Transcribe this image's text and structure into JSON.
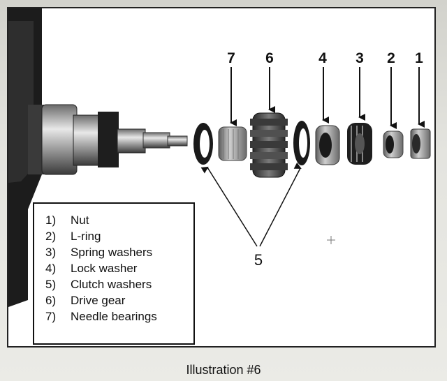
{
  "callouts": {
    "c7": "7",
    "c6": "6",
    "c4": "4",
    "c3": "3",
    "c2": "2",
    "c1": "1",
    "c5": "5"
  },
  "legend": [
    {
      "num": "1)",
      "label": "Nut"
    },
    {
      "num": "2)",
      "label": "L-ring"
    },
    {
      "num": "3)",
      "label": "Spring washers"
    },
    {
      "num": "4)",
      "label": "Lock washer"
    },
    {
      "num": "5)",
      "label": "Clutch washers"
    },
    {
      "num": "6)",
      "label": "Drive gear"
    },
    {
      "num": "7)",
      "label": "Needle bearings"
    }
  ],
  "caption": "Illustration #6"
}
